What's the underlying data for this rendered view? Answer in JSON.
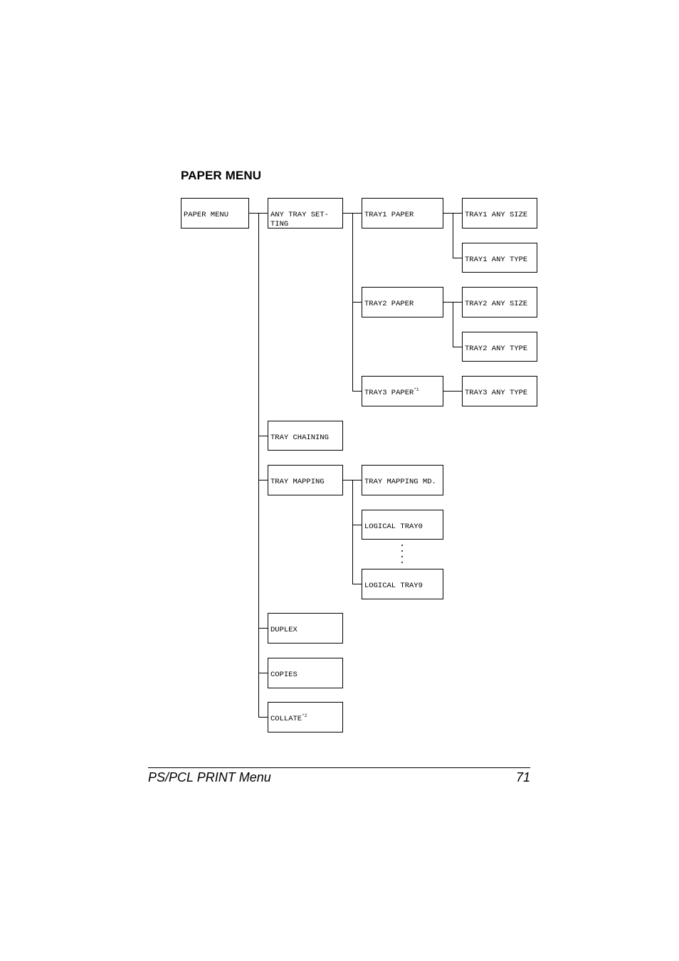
{
  "heading": "PAPER MENU",
  "tree": {
    "root": "PAPER MENU",
    "any_tray_setting": "ANY TRAY SET-\nTING",
    "tray1_paper": "TRAY1 PAPER",
    "tray1_any_size": "TRAY1 ANY SIZE",
    "tray1_any_type": "TRAY1 ANY TYPE",
    "tray2_paper": "TRAY2 PAPER",
    "tray2_any_size": "TRAY2 ANY SIZE",
    "tray2_any_type": "TRAY2 ANY TYPE",
    "tray3_paper": "TRAY3 PAPER",
    "tray3_paper_note": "*1",
    "tray3_any_type": "TRAY3 ANY TYPE",
    "tray_chaining": "TRAY CHAINING",
    "tray_mapping": "TRAY MAPPING",
    "tray_mapping_md": "TRAY MAPPING MD.",
    "logical_tray0": "LOGICAL TRAY0",
    "logical_tray9": "LOGICAL TRAY9",
    "duplex": "DUPLEX",
    "copies": "COPIES",
    "collate": "COLLATE",
    "collate_note": "*2"
  },
  "footer": {
    "section_title": "PS/PCL PRINT Menu",
    "page_number": "71"
  }
}
